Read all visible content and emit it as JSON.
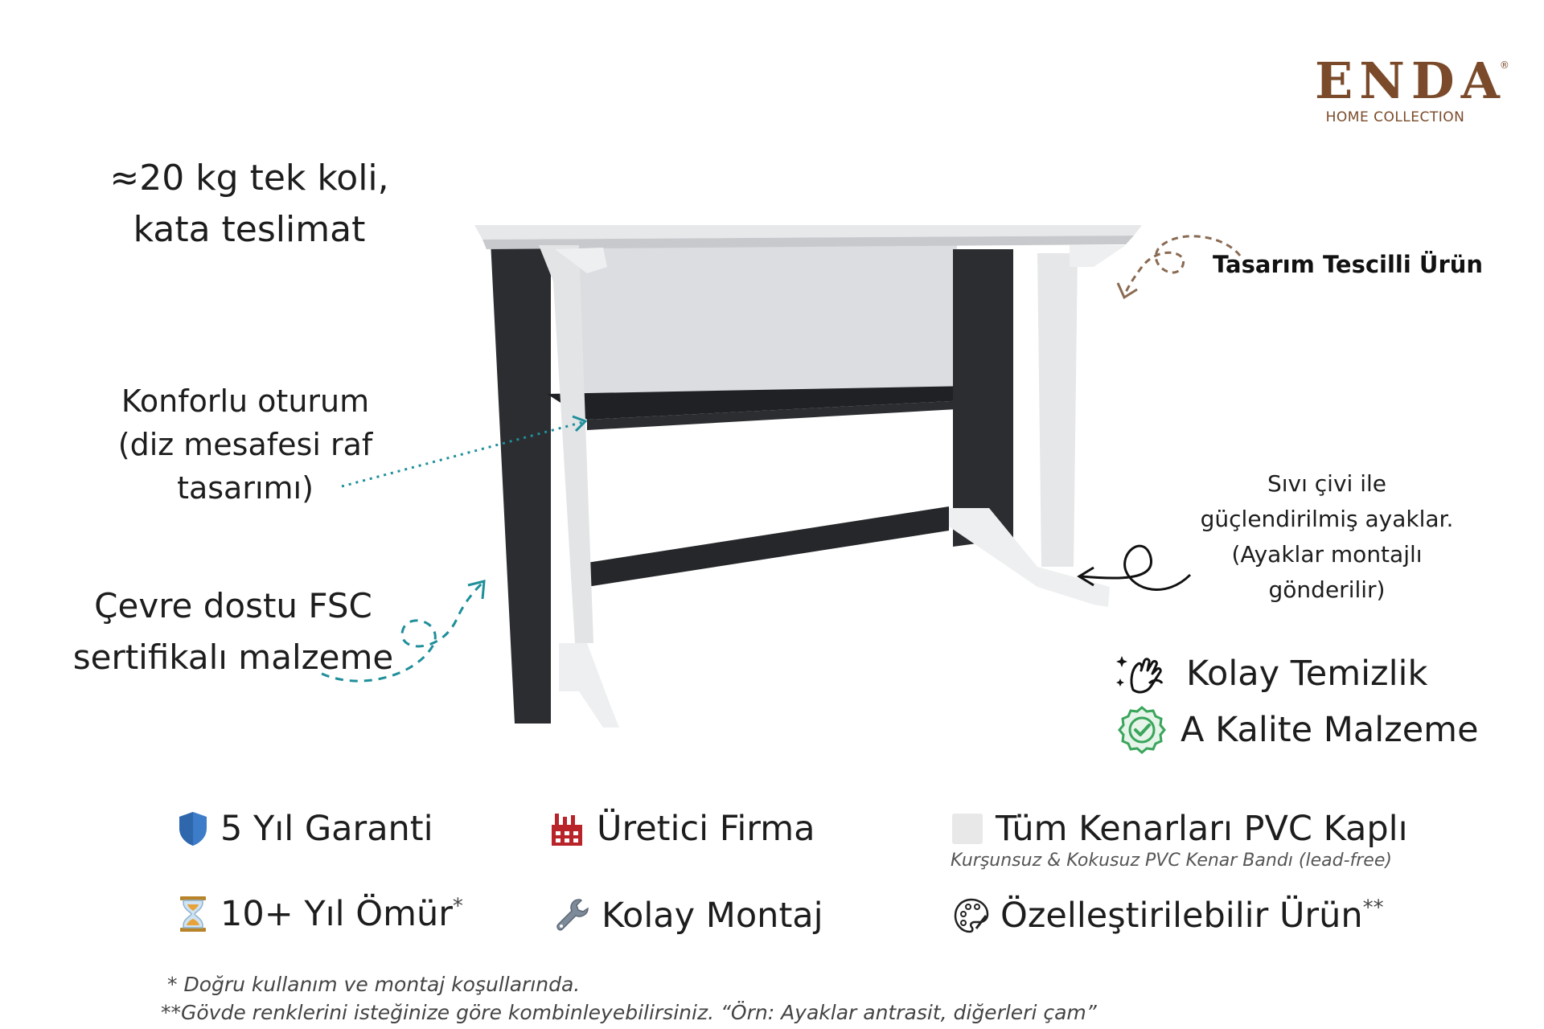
{
  "logo": {
    "brand": "ENDA",
    "registered": "®",
    "subtitle": "HOME COLLECTION"
  },
  "callouts": {
    "weight_line1": "≈20 kg tek koli,",
    "weight_line2": "kata teslimat",
    "design_registered": "Tasarım Tescilli Ürün",
    "comfort_line1": "Konforlu oturum",
    "comfort_line2": "(diz mesafesi raf",
    "comfort_line3": "tasarımı)",
    "eco_line1": "Çevre dostu FSC",
    "eco_line2": "sertifikalı malzeme",
    "legs_line1": "Sıvı çivi ile",
    "legs_line2": "güçlendirilmiş ayaklar.",
    "legs_line3": "(Ayaklar montajlı",
    "legs_line4": "gönderilir)",
    "easy_clean": "Kolay Temizlik",
    "quality": "A Kalite Malzeme"
  },
  "features": {
    "warranty": "5 Yıl Garanti",
    "manufacturer": "Üretici Firma",
    "pvc": "Tüm Kenarları PVC Kaplı",
    "pvc_sub": "Kurşunsuz & Kokusuz PVC Kenar Bandı (lead-free)",
    "lifetime": "10+ Yıl Ömür",
    "lifetime_mark": "*",
    "assembly": "Kolay Montaj",
    "custom": "Özelleştirilebilir Ürün",
    "custom_mark": "**"
  },
  "footnotes": {
    "note1": "* Doğru kullanım ve montaj koşullarında.",
    "note2": "**Gövde renklerini isteğinize göre kombinleyebilirsiniz. “Örn: Ayaklar antrasit, diğerleri çam”"
  },
  "icons": {
    "warranty": "shield-icon",
    "manufacturer": "factory-icon",
    "pvc": "square-icon",
    "lifetime": "hourglass-icon",
    "assembly": "wrench-icon",
    "custom": "palette-icon",
    "clean": "hand-sparkle-icon",
    "quality": "check-badge-icon"
  },
  "colors": {
    "brand": "#7a4a2a",
    "teal": "#1f8f9a",
    "desk_dark": "#2b2d30",
    "desk_light": "#e6e7e9",
    "shield": "#3d7cc9",
    "factory": "#b8242a",
    "check": "#3aa55b"
  }
}
